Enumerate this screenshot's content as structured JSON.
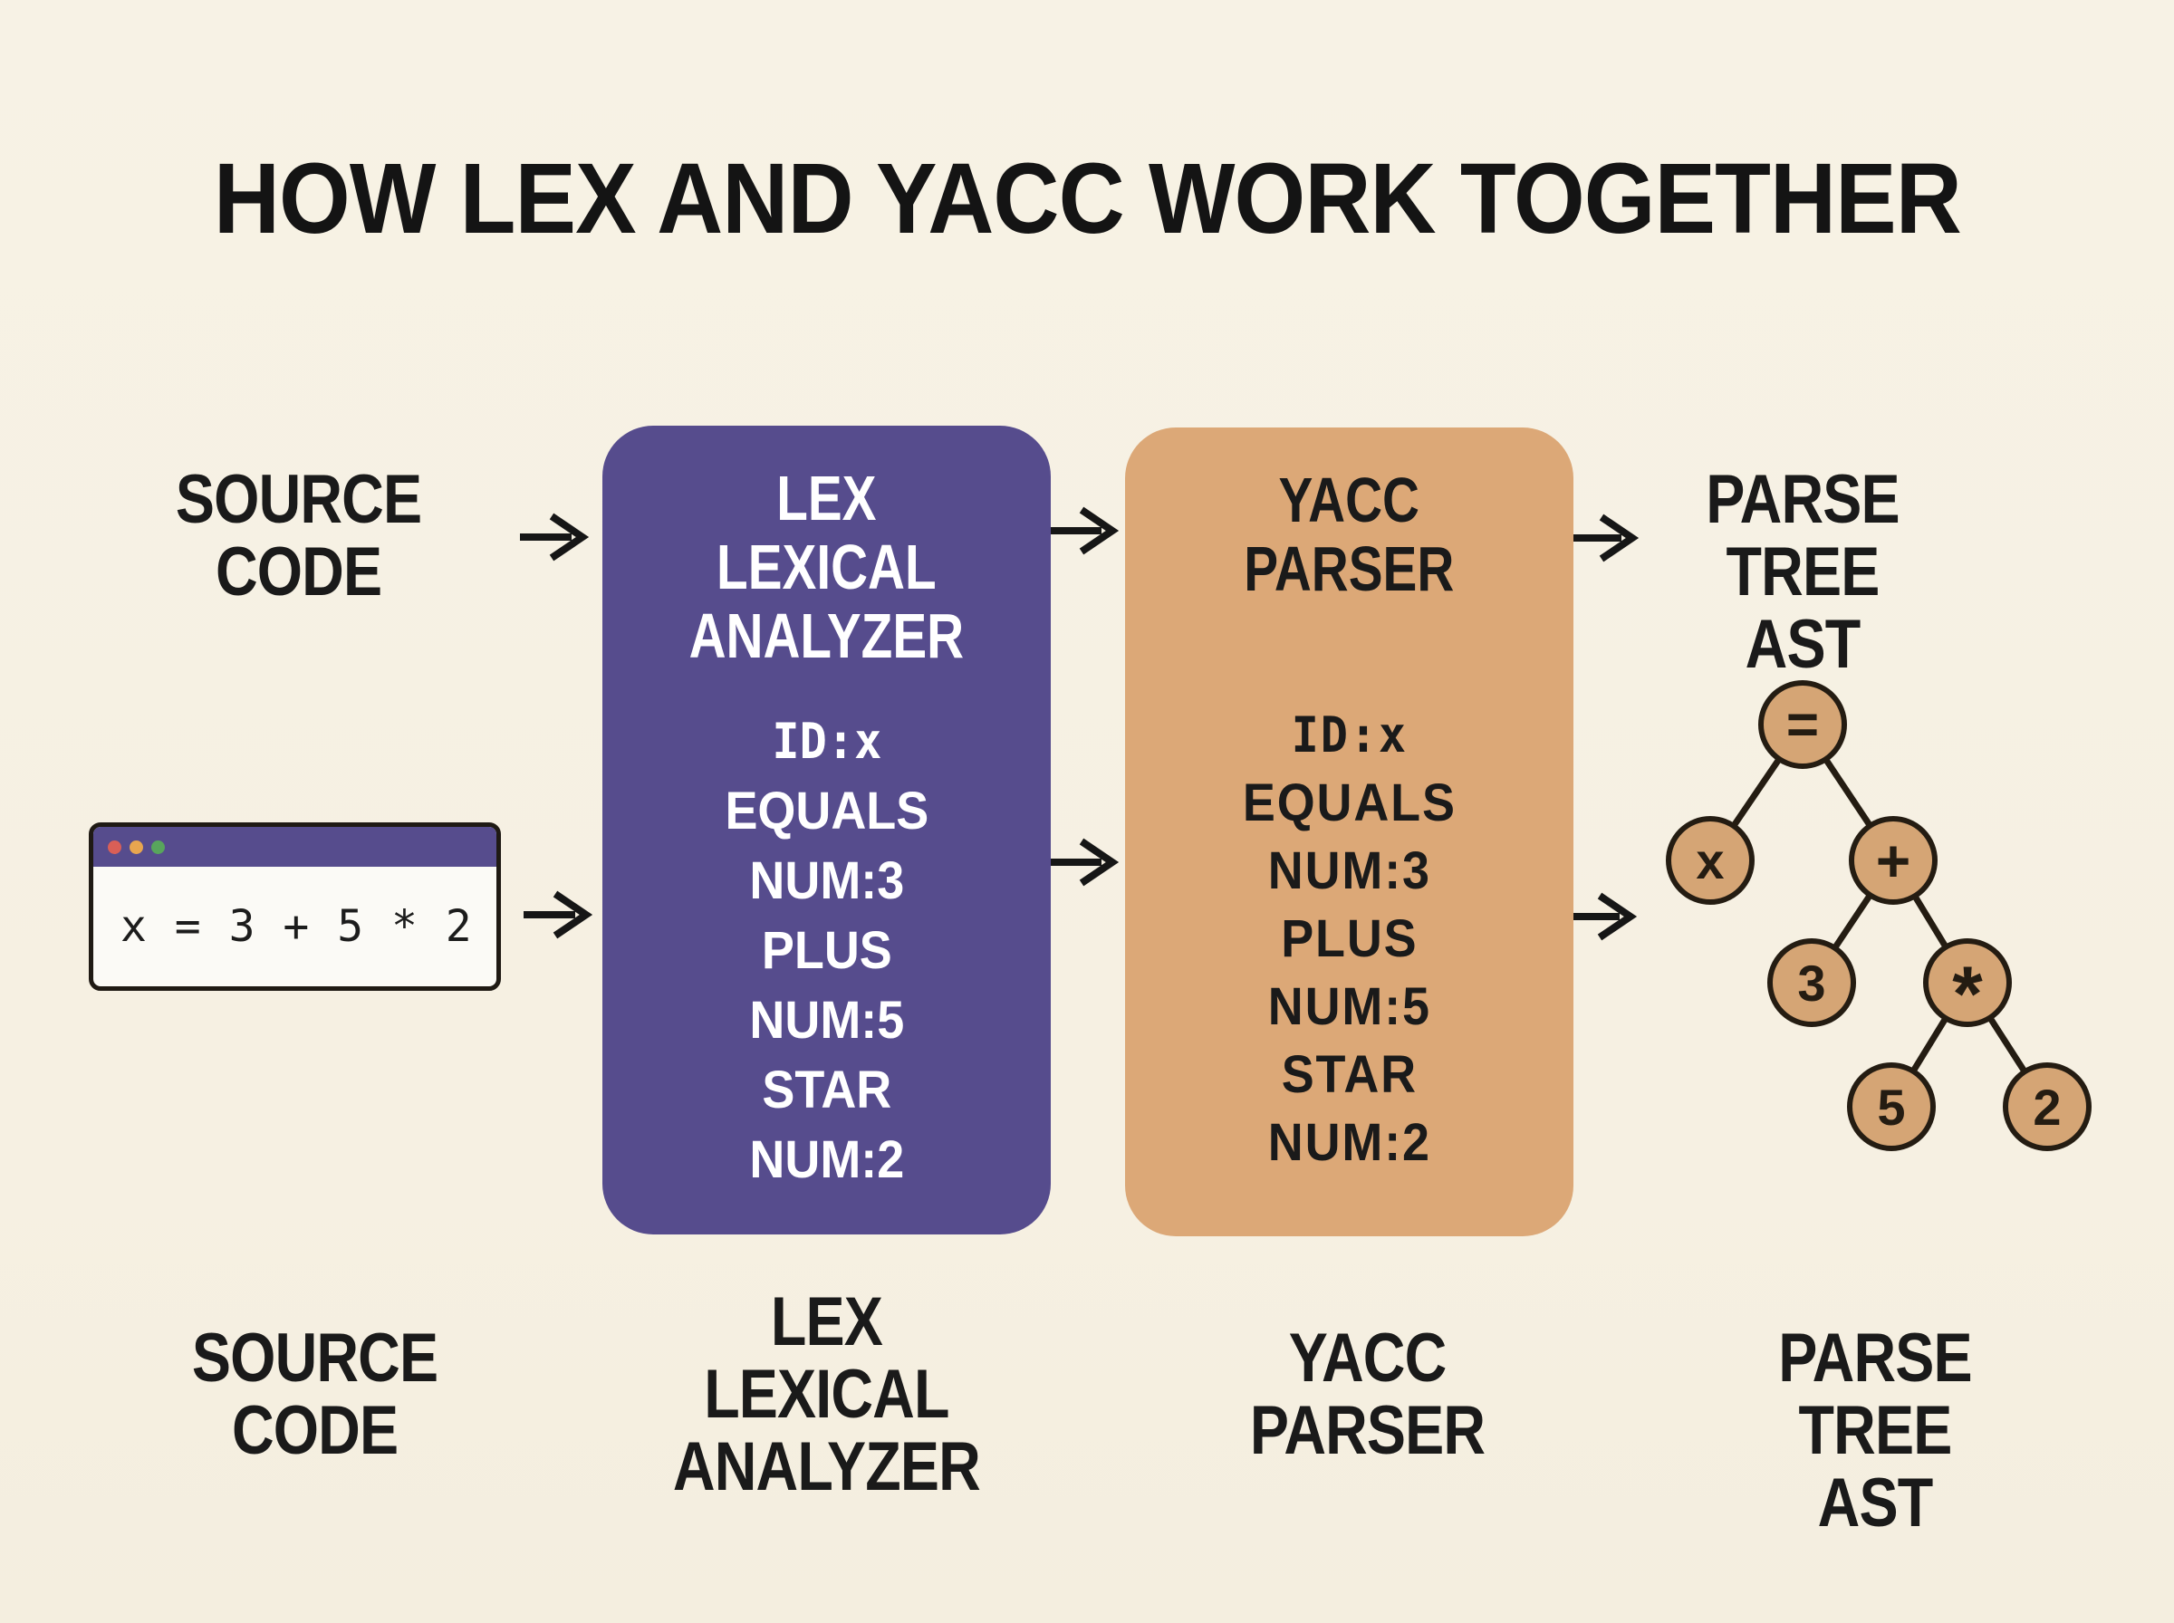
{
  "title": "HOW LEX AND YACC WORK TOGETHER",
  "stage_labels": {
    "source_top": [
      "SOURCE",
      "CODE"
    ],
    "output_top": [
      "PARSE TREE",
      "AST"
    ],
    "source_bottom": [
      "SOURCE",
      "CODE"
    ],
    "lex_bottom": [
      "LEX",
      "LEXICAL",
      "ANALYZER"
    ],
    "yacc_bottom": [
      "YACC",
      "PARSER"
    ],
    "output_bottom": [
      "PARSE TREE",
      "AST"
    ]
  },
  "lex_box": {
    "title_lines": [
      "LEX",
      "LEXICAL",
      "ANALYZER"
    ],
    "tokens": [
      "ID:x",
      "EQUALS",
      "NUM:3",
      "PLUS",
      "NUM:5",
      "STAR",
      "NUM:2"
    ]
  },
  "yacc_box": {
    "title_lines": [
      "YACC",
      "PARSER"
    ],
    "tokens": [
      "ID:x",
      "EQUALS",
      "NUM:3",
      "PLUS",
      "NUM:5",
      "STAR",
      "NUM:2"
    ]
  },
  "code_window": {
    "code": "x = 3 + 5 * 2"
  },
  "parse_tree": {
    "nodes": [
      "=",
      "x",
      "+",
      "3",
      "*",
      "5",
      "2"
    ]
  },
  "colors": {
    "background": "#F7F2E5",
    "lex_box": "#564C8D",
    "yacc_box": "#DCA877",
    "node_fill": "#D5A575",
    "node_border": "#241C12",
    "arrow": "#161616",
    "text_dark": "#161616",
    "text_light": "#FFFFFF",
    "window_titlebar": "#564C8D",
    "window_body": "#FBFAF6",
    "dot_red": "#D95F57",
    "dot_yellow": "#E8A64F",
    "dot_green": "#58A55C"
  }
}
